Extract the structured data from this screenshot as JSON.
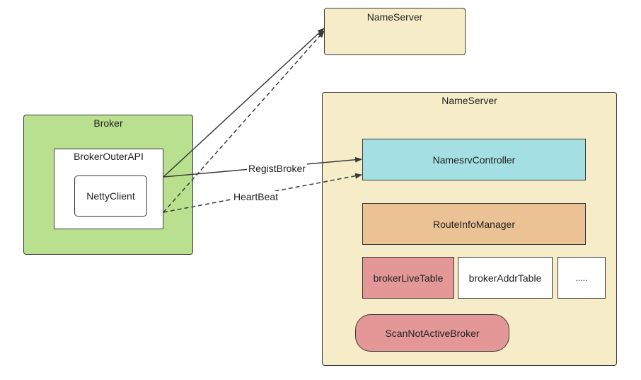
{
  "nameserver_top": {
    "label": "NameServer"
  },
  "broker": {
    "label": "Broker",
    "outer_api": {
      "label": "BrokerOuterAPI"
    },
    "netty_client": {
      "label": "NettyClient"
    }
  },
  "nameserver_main": {
    "label": "NameServer",
    "controller": {
      "label": "NamesrvController"
    },
    "route_info_manager": {
      "label": "RouteInfoManager"
    },
    "tables": [
      {
        "label": "brokerLiveTable"
      },
      {
        "label": "brokerAddrTable"
      },
      {
        "label": "....."
      }
    ],
    "scan_task": {
      "label": "ScanNotActiveBroker"
    }
  },
  "edges": {
    "regist": "RegistBroker",
    "heartbeat": "HeartBeat"
  },
  "colors": {
    "nameserver_fill": "#f6edc8",
    "broker_fill": "#b9e08f",
    "controller_fill": "#a3dfe3",
    "route_fill": "#ebc294",
    "live_table_fill": "#e39797",
    "scan_fill": "#e39797",
    "line": "#3a3a3a"
  }
}
